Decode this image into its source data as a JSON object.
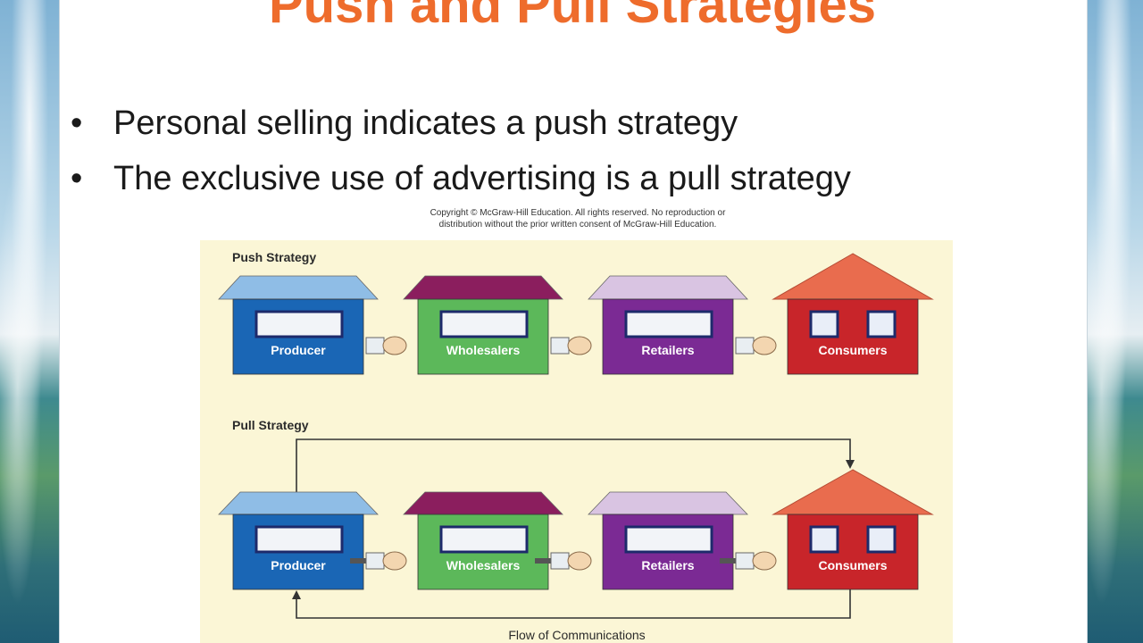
{
  "slide": {
    "title": "Push and Pull Strategies",
    "bullets": [
      "Personal selling indicates a push strategy",
      "The exclusive use of advertising is a pull strategy"
    ],
    "bullet_symbol": "•",
    "copyright_line1": "Copyright © McGraw-Hill Education.  All rights reserved. No reproduction or",
    "copyright_line2": "distribution without the prior written consent of McGraw-Hill Education."
  },
  "diagram": {
    "push_label": "Push Strategy",
    "pull_label": "Pull Strategy",
    "flow_label": "Flow of Communications",
    "houses": [
      "Producer",
      "Wholesalers",
      "Retailers",
      "Consumers"
    ],
    "colors": {
      "title": "#ee6c2c",
      "producer": "#1a66b5",
      "producer_roof": "#8fbde6",
      "wholesalers": "#5cb85a",
      "wholesalers_roof": "#8b1e5e",
      "retailers": "#7b2a94",
      "retailers_roof": "#d9c4e2",
      "consumers": "#c8252a",
      "consumers_roof": "#e96c4e",
      "figure_bg": "#fbf6d6"
    }
  }
}
